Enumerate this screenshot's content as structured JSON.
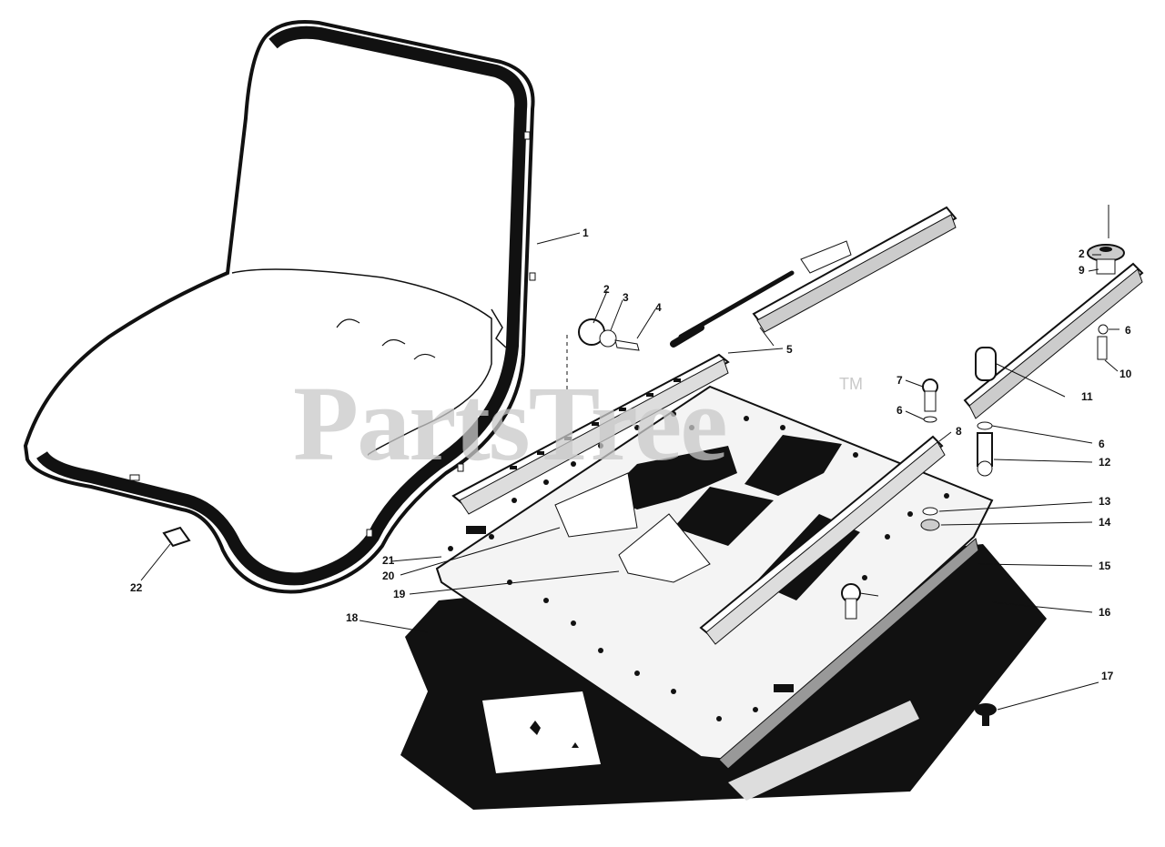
{
  "watermark": {
    "text": "PartsTree",
    "mark": "TM"
  },
  "callouts": [
    "1",
    "2",
    "3",
    "4",
    "5",
    "2",
    "9",
    "6",
    "10",
    "11",
    "7",
    "6",
    "8",
    "6",
    "12",
    "13",
    "14",
    "15",
    "16",
    "17",
    "18",
    "19",
    "20",
    "21",
    "22"
  ],
  "colors": {
    "ink": "#111111",
    "paper": "#ffffff",
    "watermark": "#c9c9c9"
  }
}
